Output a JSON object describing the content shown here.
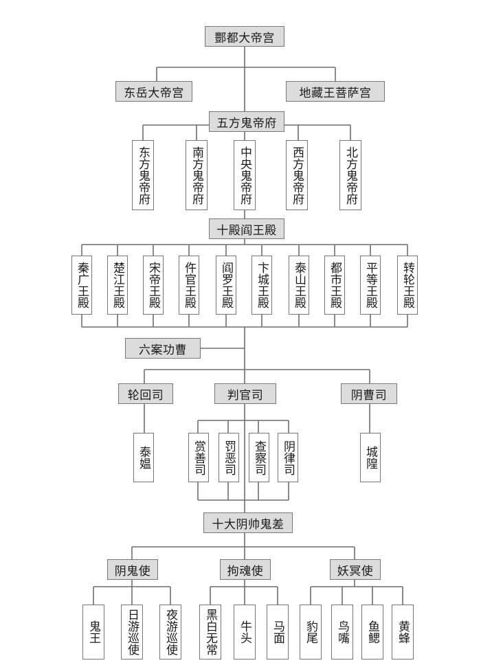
{
  "nodes": {
    "root": "酆都大帝宫",
    "east_peak": "东岳大帝宫",
    "dizang": "地藏王菩萨宫",
    "five_ghost": "五方鬼帝府",
    "five": [
      "东方鬼帝府",
      "南方鬼帝府",
      "中央鬼帝府",
      "西方鬼帝府",
      "北方鬼帝府"
    ],
    "ten_halls_head": "十殿阎王殿",
    "ten": [
      "秦广王殿",
      "楚江王殿",
      "宋帝王殿",
      "仵官王殿",
      "阎罗王殿",
      "卞城王殿",
      "泰山王殿",
      "都市王殿",
      "平等王殿",
      "转轮王殿"
    ],
    "six_cases": "六案功曹",
    "lunhui": "轮回司",
    "panguan": "判官司",
    "yincao": "阴曹司",
    "taiwen": "泰媪",
    "four": [
      "赏善司",
      "罚恶司",
      "查察司",
      "阴律司"
    ],
    "chenghuang": "城隍",
    "ten_marshals": "十大阴帅鬼差",
    "yingui": "阴鬼使",
    "gouhun": "拘魂使",
    "yaoming": "妖冥使",
    "g1": [
      "鬼王",
      "日游巡使",
      "夜游巡使"
    ],
    "g2": [
      "黑白无常",
      "牛头",
      "马面"
    ],
    "g3": [
      "豹尾",
      "鸟嘴",
      "鱼鳃",
      "黄蜂"
    ]
  }
}
